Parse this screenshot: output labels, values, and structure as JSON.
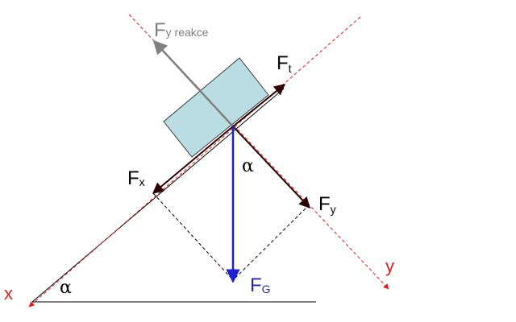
{
  "labels": {
    "fy_reakce_main": "F",
    "fy_reakce_sub": "y reakce",
    "ft_main": "F",
    "ft_sub": "t",
    "fx_main": "F",
    "fx_sub": "x",
    "fy_main": "F",
    "fy_sub": "y",
    "fg_main": "F",
    "fg_sub": "G",
    "alpha_force": "α",
    "alpha_ground": "α",
    "axis_x": "x",
    "axis_y": "y"
  },
  "colors": {
    "axis": "#e02020",
    "gravity": "#1f1fd0",
    "reaction": "#808080",
    "force": "#2a0000",
    "block_fill": "#b9dde2",
    "block_stroke": "#3a3a3a",
    "label_gray": "#808080",
    "label_dark": "#000000",
    "label_blue": "#2a2a8a"
  }
}
